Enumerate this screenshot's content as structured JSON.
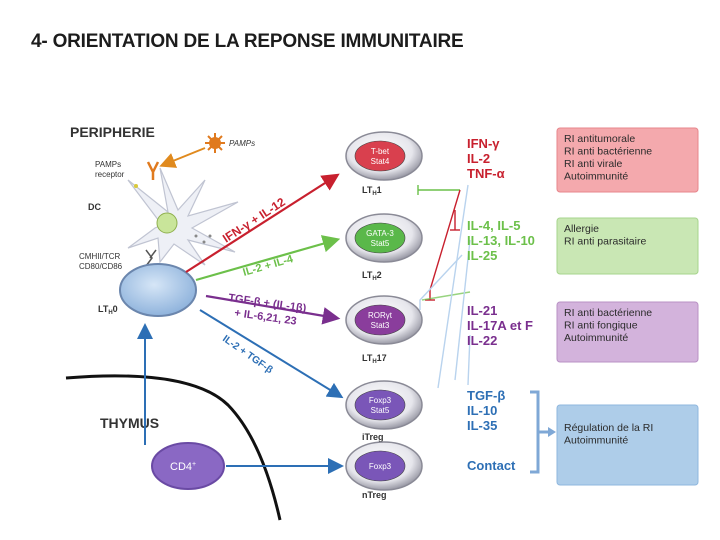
{
  "title": "4- ORIENTATION DE LA REPONSE IMMUNITAIRE",
  "regions": {
    "periphery": "PERIPHERIE",
    "thymus": "THYMUS"
  },
  "dc": {
    "pamps": "PAMPs",
    "receptor_line1": "PAMPs",
    "receptor_line2": "receptor",
    "label": "DC",
    "mhc_line1": "CMHII/TCR",
    "mhc_line2": "CD80/CD86"
  },
  "naive": {
    "label": "LT",
    "sub": "H",
    "suffix": "0"
  },
  "cd4": {
    "label": "CD4",
    "sup": "+"
  },
  "signals": {
    "th1": "IFN-γ + IL-12",
    "th2": "IL-2 + IL-4",
    "th17_line1": "TGF-β + (IL-1β)",
    "th17_line2": "+ IL-6,21, 23",
    "treg": "IL-2 + TGF-β"
  },
  "cells": [
    {
      "id": "th1",
      "tf1": "T-bet",
      "tf2": "Stat4",
      "name": "LT",
      "sub": "H",
      "suffix": "1",
      "color": "#d9404e"
    },
    {
      "id": "th2",
      "tf1": "GATA-3",
      "tf2": "Stat5",
      "name": "LT",
      "sub": "H",
      "suffix": "2",
      "color": "#5ab84a"
    },
    {
      "id": "th17",
      "tf1": "RORγt",
      "tf2": "Stat3",
      "name": "LT",
      "sub": "H",
      "suffix": "17",
      "color": "#8a3d9c"
    },
    {
      "id": "itreg",
      "tf1": "Foxp3",
      "tf2": "Stat5",
      "name": "iTreg",
      "sub": "",
      "suffix": "",
      "color": "#7a56b8"
    },
    {
      "id": "ntreg",
      "tf1": "Foxp3",
      "tf2": "",
      "name": "nTreg",
      "sub": "",
      "suffix": "",
      "color": "#7a56b8"
    }
  ],
  "cytokines": {
    "th1": [
      "IFN-γ",
      "IL-2",
      "TNF-α"
    ],
    "th2": [
      "IL-4, IL-5",
      "IL-13, IL-10",
      "IL-25"
    ],
    "th17": [
      "IL-21",
      "IL-17A et F",
      "IL-22"
    ],
    "treg": [
      "TGF-β",
      "IL-10",
      "IL-35",
      "Contact"
    ]
  },
  "responses": {
    "th1": [
      "RI antitumorale",
      "RI anti bactérienne",
      "RI anti virale",
      "Autoimmunité"
    ],
    "th2": [
      "Allergie",
      "RI anti parasitaire"
    ],
    "th17": [
      "RI anti bactérienne",
      "RI anti fongique",
      "Autoimmunité"
    ],
    "treg": [
      "Régulation de la RI",
      "Autoimmunité"
    ]
  },
  "colors": {
    "th1": "#c8202e",
    "th2": "#6cc04a",
    "th17": "#7a2f8e",
    "treg": "#2d6fb5",
    "box_th1": "#f4a9ad",
    "box_th2": "#c9e7b4",
    "box_th17": "#d3b3dc",
    "box_treg": "#aecde9"
  }
}
